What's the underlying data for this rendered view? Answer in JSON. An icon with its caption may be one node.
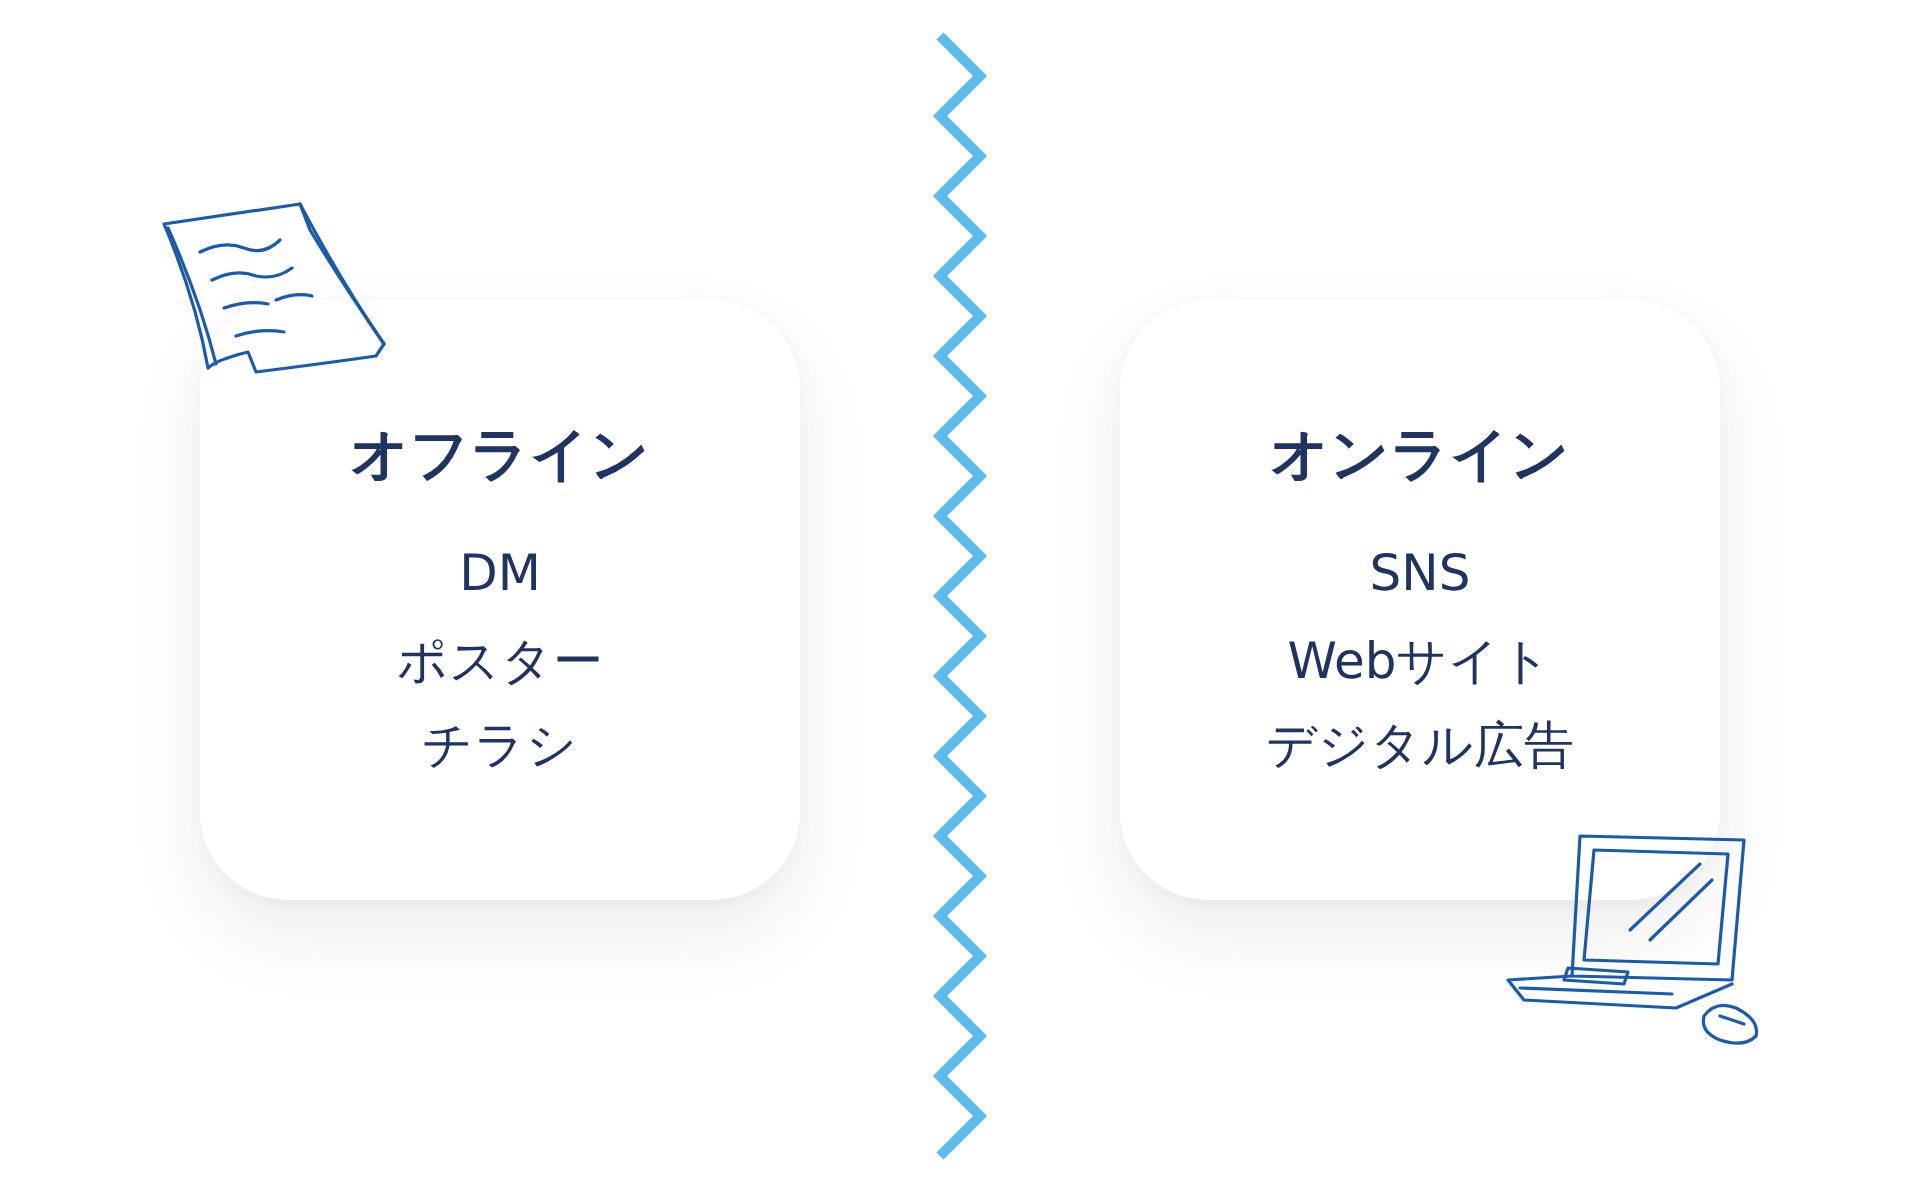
{
  "diagram": {
    "nodes": [
      {
        "text": [
          "オフライン",
          "DM",
          "ポスター",
          "チラシ"
        ]
      },
      {
        "text": [
          "オンライン",
          "SNS",
          "Webサイト",
          "デジタル広告"
        ]
      }
    ]
  }
}
